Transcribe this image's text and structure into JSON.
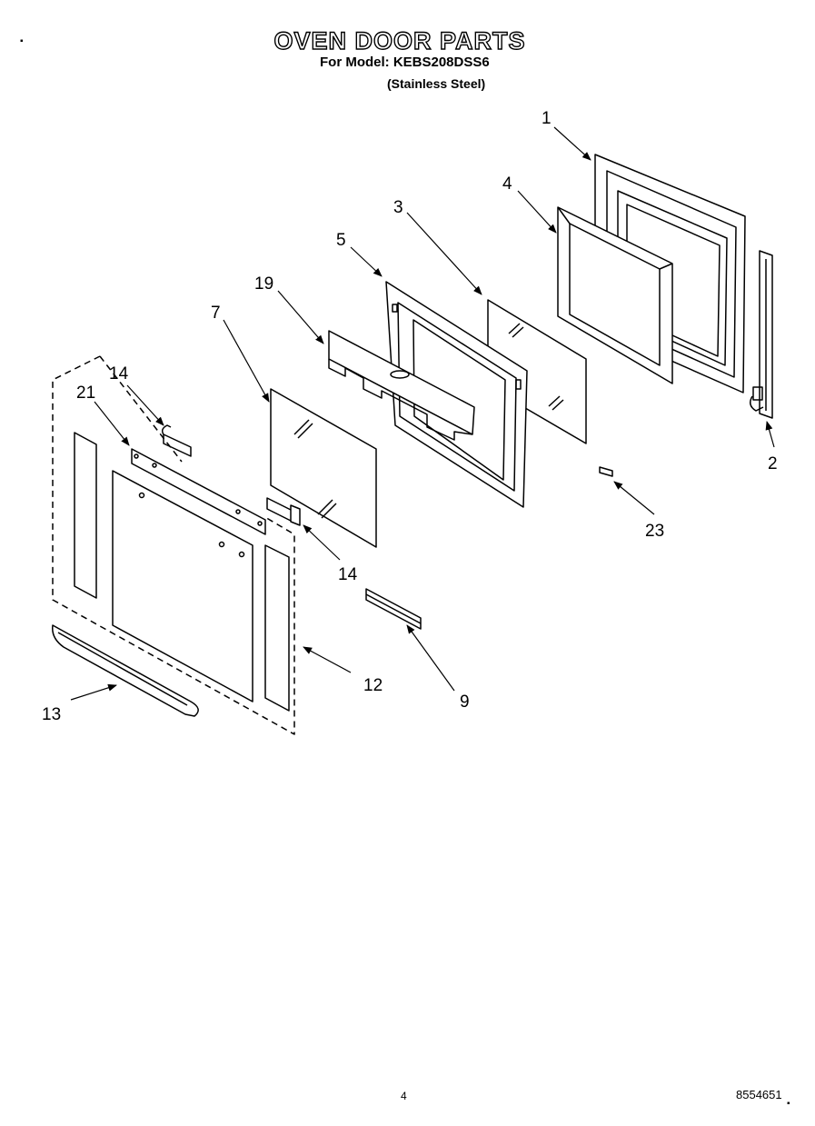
{
  "title": "OVEN DOOR PARTS",
  "subtitle": "For Model: KEBS208DSS6",
  "subtitle2": "(Stainless Steel)",
  "page_number": "4",
  "doc_code": "8554651",
  "callouts": {
    "c1": "1",
    "c2": "2",
    "c3": "3",
    "c4": "4",
    "c5": "5",
    "c7": "7",
    "c9": "9",
    "c12": "12",
    "c13": "13",
    "c14a": "14",
    "c14b": "14",
    "c19": "19",
    "c21": "21",
    "c23": "23"
  }
}
